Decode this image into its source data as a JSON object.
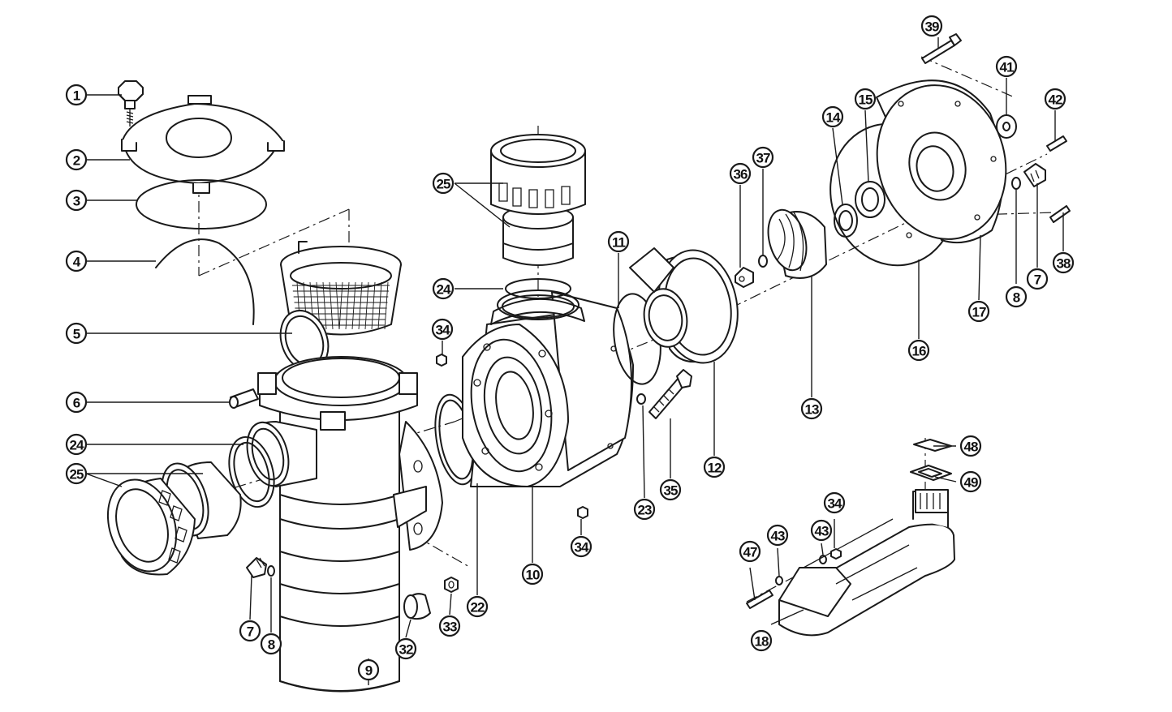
{
  "diagram": {
    "callouts": [
      {
        "id": "1",
        "label": "1"
      },
      {
        "id": "2",
        "label": "2"
      },
      {
        "id": "3",
        "label": "3"
      },
      {
        "id": "4",
        "label": "4"
      },
      {
        "id": "5",
        "label": "5"
      },
      {
        "id": "6",
        "label": "6"
      },
      {
        "id": "24a",
        "label": "24"
      },
      {
        "id": "25a",
        "label": "25"
      },
      {
        "id": "7a",
        "label": "7"
      },
      {
        "id": "8a",
        "label": "8"
      },
      {
        "id": "9",
        "label": "9"
      },
      {
        "id": "32",
        "label": "32"
      },
      {
        "id": "33",
        "label": "33"
      },
      {
        "id": "22",
        "label": "22"
      },
      {
        "id": "10",
        "label": "10"
      },
      {
        "id": "34a",
        "label": "34"
      },
      {
        "id": "34b",
        "label": "34"
      },
      {
        "id": "25b",
        "label": "25"
      },
      {
        "id": "24b",
        "label": "24"
      },
      {
        "id": "11",
        "label": "11"
      },
      {
        "id": "23",
        "label": "23"
      },
      {
        "id": "35",
        "label": "35"
      },
      {
        "id": "12",
        "label": "12"
      },
      {
        "id": "36",
        "label": "36"
      },
      {
        "id": "37",
        "label": "37"
      },
      {
        "id": "13",
        "label": "13"
      },
      {
        "id": "14",
        "label": "14"
      },
      {
        "id": "15",
        "label": "15"
      },
      {
        "id": "16",
        "label": "16"
      },
      {
        "id": "17",
        "label": "17"
      },
      {
        "id": "39",
        "label": "39"
      },
      {
        "id": "41",
        "label": "41"
      },
      {
        "id": "42",
        "label": "42"
      },
      {
        "id": "8b",
        "label": "8"
      },
      {
        "id": "7b",
        "label": "7"
      },
      {
        "id": "38",
        "label": "38"
      },
      {
        "id": "48",
        "label": "48"
      },
      {
        "id": "49",
        "label": "49"
      },
      {
        "id": "34c",
        "label": "34"
      },
      {
        "id": "43a",
        "label": "43"
      },
      {
        "id": "43b",
        "label": "43"
      },
      {
        "id": "47",
        "label": "47"
      },
      {
        "id": "18",
        "label": "18"
      }
    ]
  }
}
